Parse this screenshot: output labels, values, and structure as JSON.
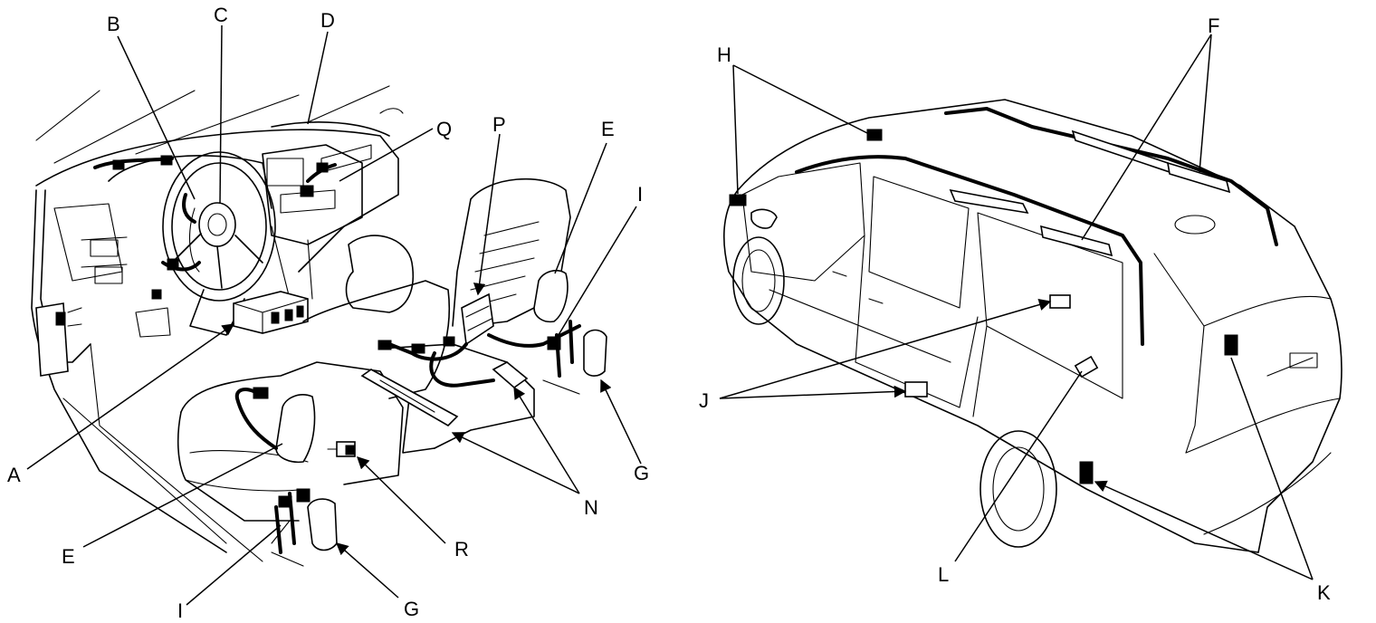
{
  "labels": {
    "A": "A",
    "B": "B",
    "C": "C",
    "D": "D",
    "E1": "E",
    "E2": "E",
    "F": "F",
    "G1": "G",
    "G2": "G",
    "H": "H",
    "I1": "I",
    "I2": "I",
    "J": "J",
    "K": "K",
    "L": "L",
    "N": "N",
    "P": "P",
    "Q": "Q",
    "R": "R"
  },
  "colors": {
    "ink": "#000000",
    "paper": "#ffffff"
  }
}
